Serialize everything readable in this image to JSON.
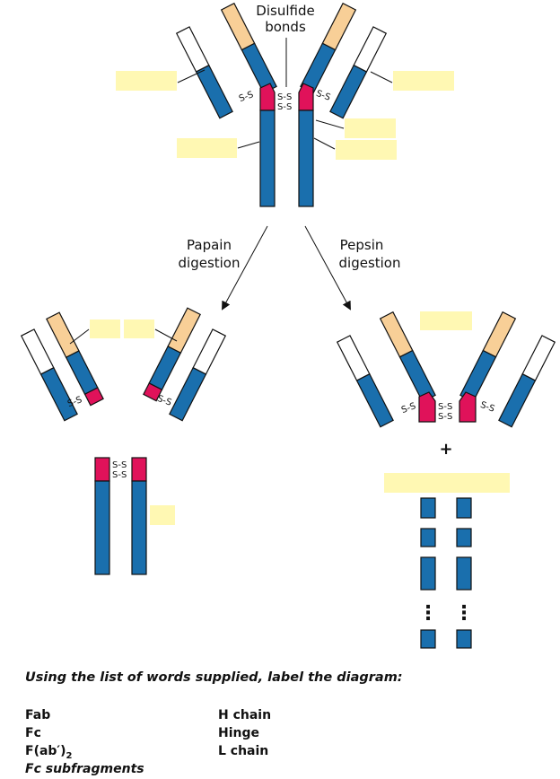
{
  "labels": {
    "disulfide_line1": "Disulfide",
    "disulfide_line2": "bonds",
    "papain_line1": "Papain",
    "papain_line2": "digestion",
    "pepsin_line1": "Pepsin",
    "pepsin_line2": "digestion",
    "ss": "S-S",
    "plus": "+",
    "dots": "⋮"
  },
  "instructions": "Using the list of words supplied, label the diagram:",
  "word_list": {
    "fab": "Fab",
    "fc": "Fc",
    "fab2": "F(ab′)",
    "fab2_sub": "2",
    "fc_sub": "Fc subfragments",
    "h_chain": "H chain",
    "hinge": "Hinge",
    "l_chain": "L chain"
  },
  "colors": {
    "constant": "#1a6fad",
    "variable_heavy": "#f8cf97",
    "variable_light": "#ffffff",
    "hinge": "#e0125a",
    "blank_label": "#fff8b3"
  }
}
